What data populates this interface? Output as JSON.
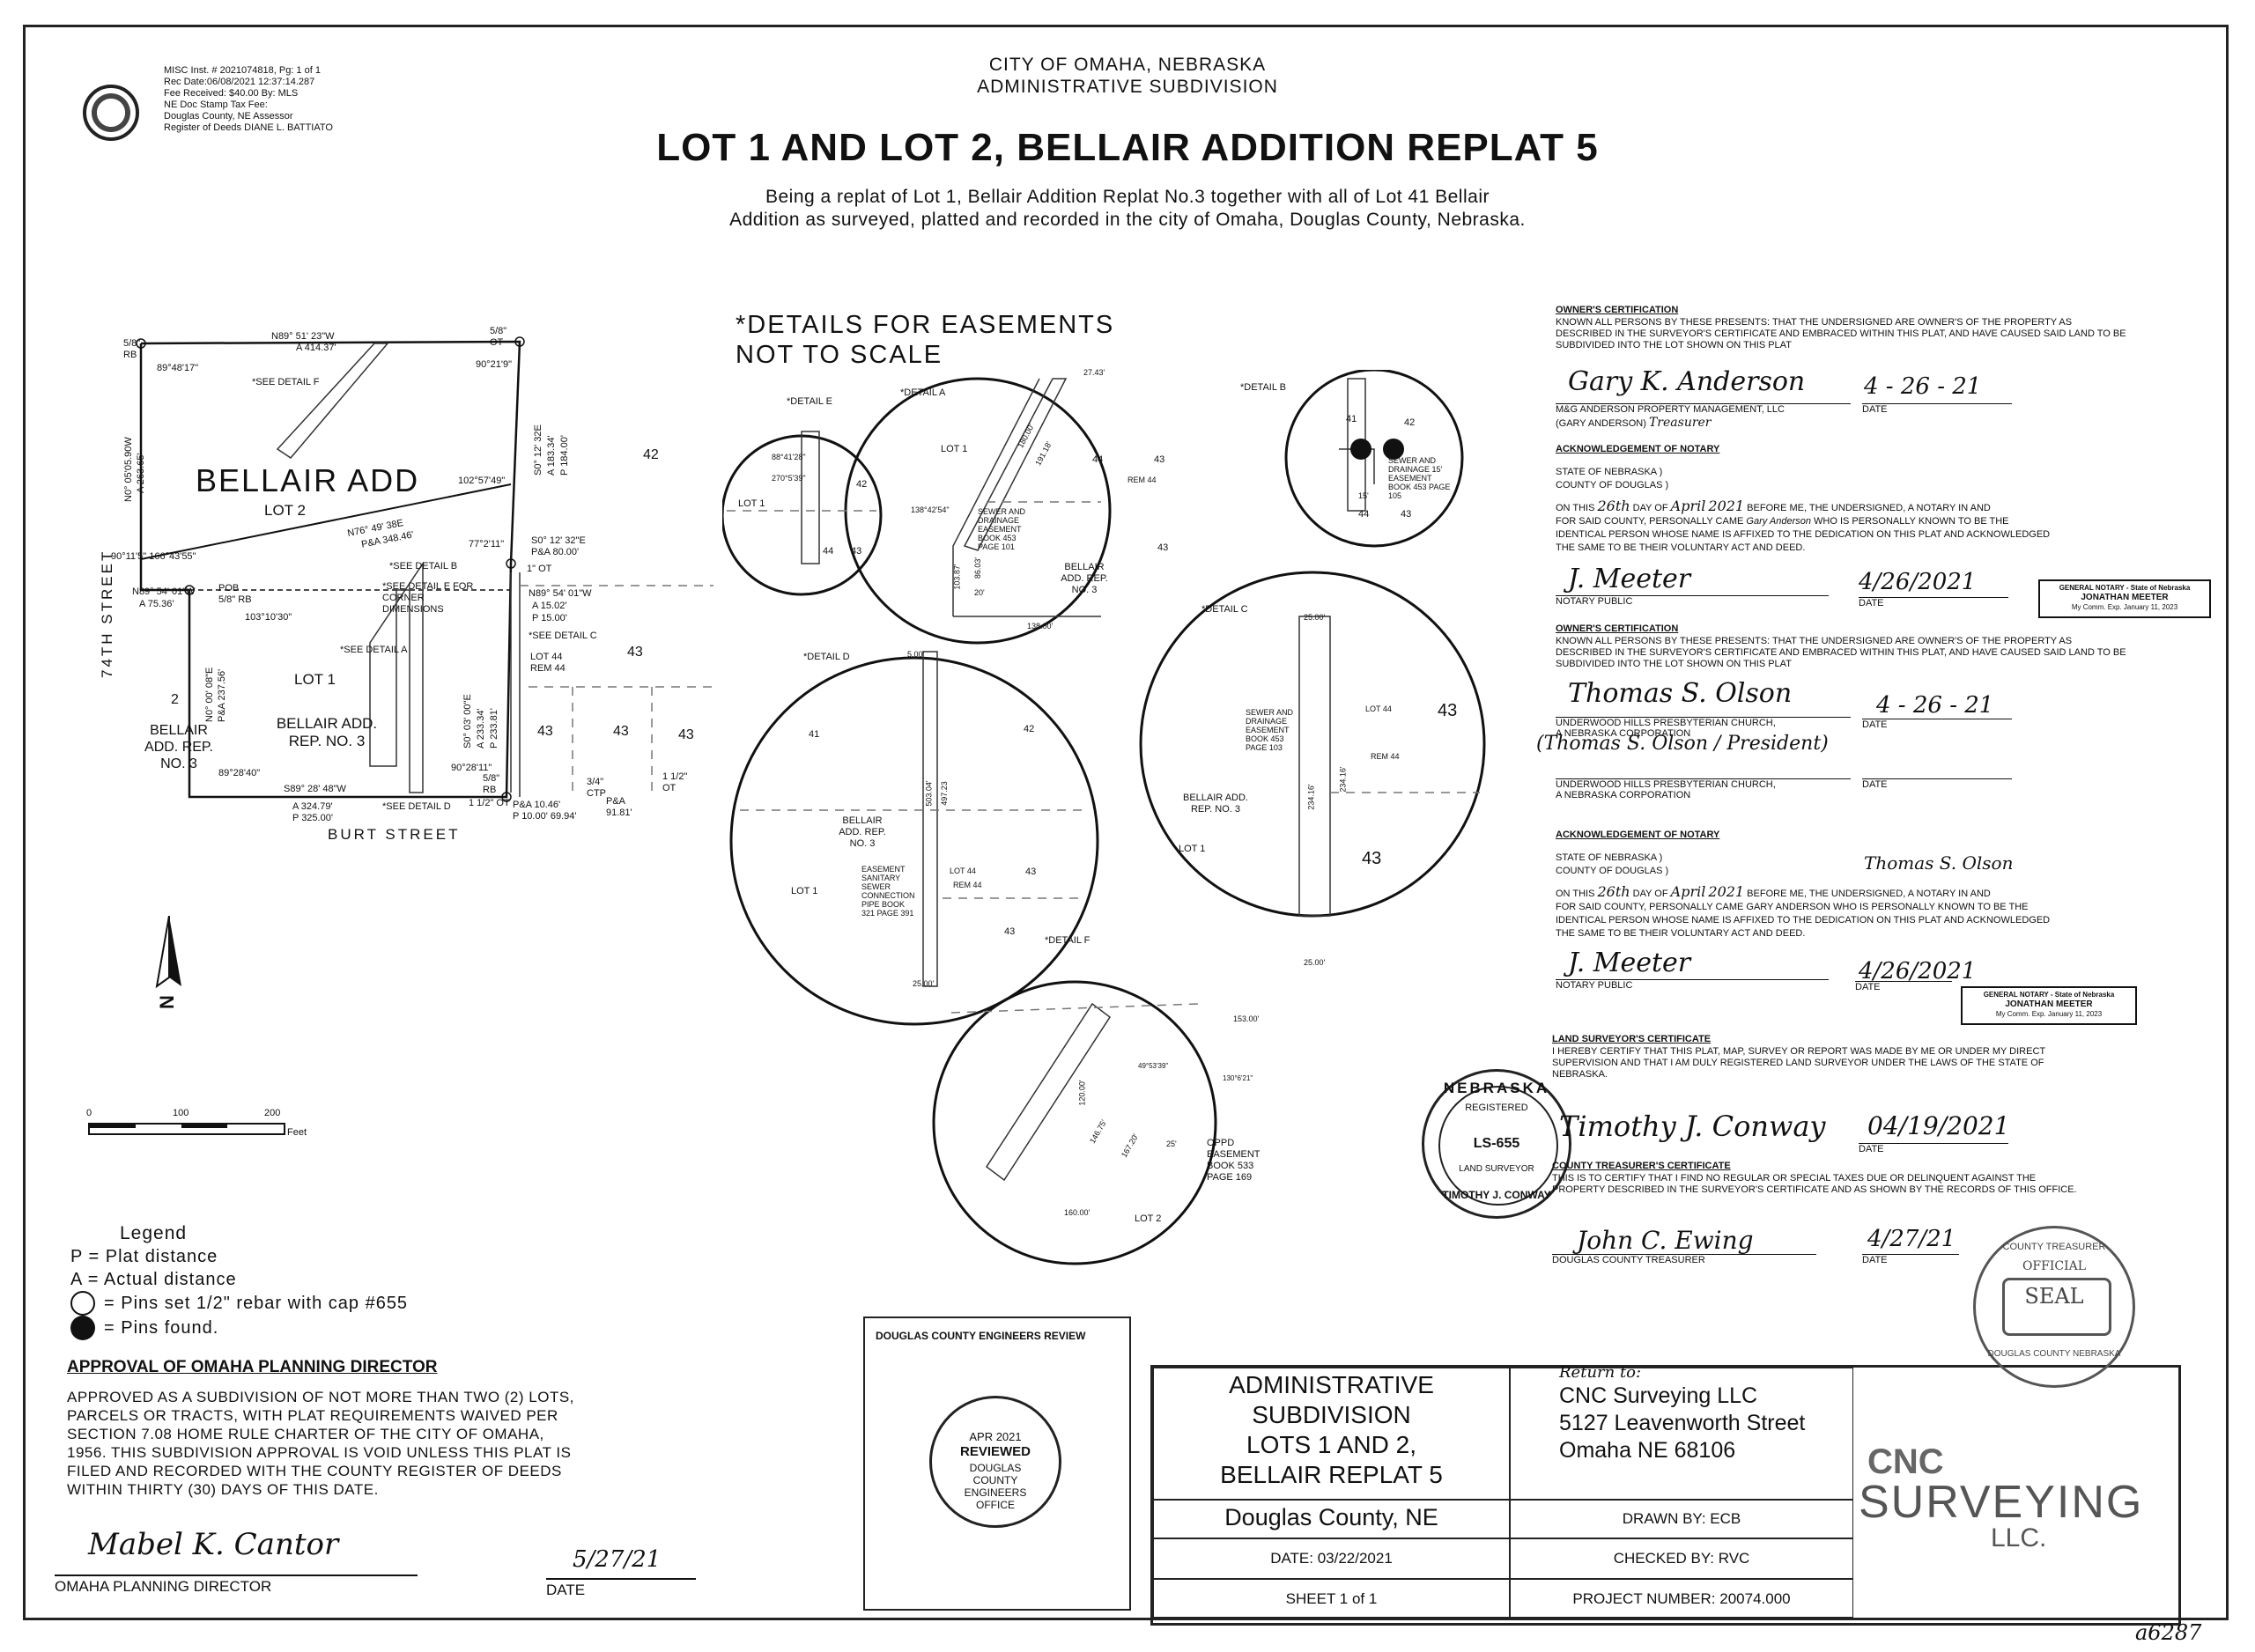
{
  "recording": {
    "lines": [
      "MISC Inst. # 2021074818, Pg: 1 of 1",
      "Rec Date:06/08/2021 12:37:14.287",
      "Fee Received: $40.00 By: MLS",
      "NE Doc Stamp Tax Fee:",
      "Douglas County, NE Assessor",
      "Register of Deeds DIANE L. BATTIATO"
    ]
  },
  "header": {
    "city": "CITY OF OMAHA, NEBRASKA",
    "type": "ADMINISTRATIVE SUBDIVISION",
    "title": "LOT 1 AND LOT 2, BELLAIR ADDITION REPLAT 5",
    "subtitle1": "Being a replat of Lot 1, Bellair Addition Replat No.3 together with all of Lot 41 Bellair",
    "subtitle2": "Addition as surveyed, platted and recorded in the city of Omaha, Douglas County, Nebraska."
  },
  "plat": {
    "north_bearing": "N89° 51' 23\"W",
    "north_dist": "A 414.37'",
    "nw_angle": "89°48'17\"",
    "ne_angle": "90°21'9\"",
    "pin_nw": "5/8\" RB",
    "pin_ne": "5/8\" OT",
    "west_bearing": "N0° 05'05.90W",
    "west_dist": "A 263.65'",
    "east_bearing": "S0° 12' 32E",
    "east_dist": "A 183.34'",
    "east_plat": "P 184.00'",
    "lot2_name": "BELLAIR ADD",
    "lot2": "LOT 2",
    "see_f": "*SEE DETAIL F",
    "angle_102": "102°57'49\"",
    "diag_bearing": "N76° 49' 38E",
    "diag_dist": "P&A 348.46'",
    "angle_77": "77°2'11\"",
    "s0_bearing": "S0° 12' 32\"E",
    "s0_dist": "P&A 80.00'",
    "angle_90": "90°11'5\" 166°43'55\"",
    "see_b": "*SEE DETAIL B",
    "see_e": "*SEE DETAIL E FOR CORNER DIMENSIONS",
    "n89_bearing": "N89° 54' 01\"W",
    "n89_dist": "A 75.36'",
    "pob": "POB 5/8\" RB",
    "angle_103": "103°10'30\"",
    "n89b": "N89° 54' 01\"W",
    "a15": "A 15.02'",
    "p15": "P 15.00'",
    "see_c": "*SEE DETAIL C",
    "lot44": "LOT 44 REM 44",
    "see_a": "*SEE DETAIL A",
    "lot1": "LOT 1",
    "bellair_rep": "BELLAIR ADD. REP. NO. 3",
    "n0_bearing": "N0° 00' 08\"E",
    "n0_dist": "P&A 237.56'",
    "s0b": "S0° 03' 00\"E",
    "a233": "A 233.34'",
    "p233": "P 233.81'",
    "angle_89": "89°28'40\"",
    "angle_90b": "90°28'11\"",
    "s89": "S89° 28' 48\"W",
    "a324": "A 324.79'",
    "p325": "P 325.00'",
    "see_d": "*SEE DETAIL D",
    "pin_58rb": "5/8\" RB",
    "pin_112": "1 1/2\" OT",
    "pa10": "P&A 10.46'",
    "p10": "P 10.00' 69.94'",
    "pin_34": "3/4\" CTP",
    "pa91": "P&A 91.81'",
    "pin_112b": "1 1/2\" OT",
    "street_74": "74TH STREET",
    "burt": "BURT STREET",
    "lot_2_west": "2",
    "bellair_west": "BELLAIR ADD. REP. NO. 3",
    "n42": "42",
    "n43a": "43",
    "n43b": "43",
    "n43c": "43",
    "n43d": "43",
    "one_ot": "1\" OT"
  },
  "details": {
    "header": "*DETAILS FOR EASEMENTS",
    "header2": "NOT TO SCALE",
    "e": {
      "title": "*DETAIL E",
      "a1": "88°41'28\"",
      "a2": "270°5'39\"",
      "lot1": "LOT 1",
      "n42": "42",
      "n44": "44",
      "n43": "43"
    },
    "a": {
      "title": "*DETAIL A",
      "d1": "27.43'",
      "d2": "180.00'",
      "d3": "191.18'",
      "ang": "138°42'54\"",
      "lot1": "LOT 1",
      "n44": "44",
      "n43a": "43",
      "rem": "REM 44",
      "n43b": "43",
      "esm": "SEWER AND DRAINAGE EASEMENT BOOK 453 PAGE 101",
      "v1": "103.87'",
      "v2": "86.03'",
      "d20": "20'",
      "d138": "138.00'",
      "rep": "BELLAIR ADD. REP. NO. 3"
    },
    "b": {
      "title": "*DETAIL B",
      "n41": "41",
      "n42": "42",
      "esm": "SEWER AND DRAINAGE 15' EASEMENT BOOK 453 PAGE 105",
      "d15": "15'",
      "n44": "44",
      "n43": "43"
    },
    "c": {
      "title": "*DETAIL C",
      "d25a": "25.00'",
      "d25b": "25.00'",
      "esm": "SEWER AND DRAINAGE EASEMENT BOOK 453 PAGE 103",
      "lot44": "LOT 44",
      "rem": "REM 44",
      "v1": "234.16'",
      "v2": "234.16'",
      "n43a": "43",
      "n43b": "43",
      "rep": "BELLAIR ADD. REP. NO. 3",
      "lot1": "LOT 1"
    },
    "d": {
      "title": "*DETAIL D",
      "d5": "5.00'",
      "n41": "41",
      "n42": "42",
      "v1": "503.04'",
      "v2": "497.23",
      "rep": "BELLAIR ADD. REP. NO. 3",
      "esm": "EASEMENT SANITARY SEWER CONNECTION PIPE BOOK 321 PAGE 391",
      "lot1": "LOT 1",
      "lot44": "LOT 44",
      "rem": "REM 44",
      "n43a": "43",
      "n43b": "43",
      "d25": "25.00'"
    },
    "f": {
      "title": "*DETAIL F",
      "d153": "153.00'",
      "ang1": "49°53'39\"",
      "ang2": "130°6'21\"",
      "v120": "120.00'",
      "d146": "146.75'",
      "d167": "167.20'",
      "d25": "25'",
      "esm": "OPPD EASEMENT BOOK 533 PAGE 169",
      "d160": "160.00'",
      "lot2": "LOT 2"
    }
  },
  "north": {
    "letter": "N"
  },
  "scale": {
    "labels": [
      "0",
      "100",
      "200"
    ],
    "unit": "Feet"
  },
  "legend": {
    "title": "Legend",
    "p": "P  =  Plat distance",
    "a": "A  =  Actual distance",
    "pins_set": "=  Pins set 1/2\" rebar with cap #655",
    "pins_found": "=  Pins found."
  },
  "approval": {
    "title": "APPROVAL OF OMAHA PLANNING DIRECTOR",
    "text": "APPROVED AS A SUBDIVISION OF NOT MORE THAN TWO (2) LOTS, PARCELS OR TRACTS, WITH PLAT REQUIREMENTS WAIVED PER SECTION 7.08 HOME RULE CHARTER OF THE CITY OF OMAHA, 1956. THIS SUBDIVISION APPROVAL IS VOID UNLESS THIS PLAT IS FILED AND RECORDED WITH THE COUNTY REGISTER OF DEEDS WITHIN THIRTY (30) DAYS OF THIS DATE.",
    "signer": "OMAHA PLANNING DIRECTOR",
    "date_label": "DATE",
    "date": "5/27/21",
    "signature": "Mabel K. Cantor"
  },
  "engineers": {
    "title": "DOUGLAS COUNTY ENGINEERS REVIEW",
    "stamp_month": "APR 2021",
    "stamp_text": "REVIEWED",
    "stamp_sub": "DOUGLAS COUNTY ENGINEERS OFFICE"
  },
  "titleblock": {
    "name_lines": [
      "ADMINISTRATIVE",
      "SUBDIVISION",
      "LOTS 1 AND 2,",
      "BELLAIR REPLAT 5"
    ],
    "county": "Douglas County, NE",
    "date": "DATE:  03/22/2021",
    "sheet": "SHEET  1  of  1",
    "return_to": "Return to:",
    "company": "CNC Surveying LLC",
    "address1": "5127 Leavenworth Street",
    "address2": "Omaha NE 68106",
    "drawn": "DRAWN BY:  ECB",
    "checked": "CHECKED BY:  RVC",
    "project": "PROJECT NUMBER:  20074.000",
    "logo_top": "CNC",
    "logo_mid": "SURVEYING",
    "logo_bot": "LLC."
  },
  "owner1": {
    "title": "OWNER'S CERTIFICATION",
    "text": "KNOWN ALL PERSONS BY THESE PRESENTS: THAT THE UNDERSIGNED ARE OWNER'S OF THE PROPERTY AS DESCRIBED IN THE SURVEYOR'S CERTIFICATE AND EMBRACED WITHIN THIS PLAT, AND HAVE CAUSED SAID LAND TO BE SUBDIVIDED INTO THE LOT SHOWN ON THIS PLAT",
    "signature": "Gary K. Anderson",
    "entity": "M&G ANDERSON PROPERTY MANAGEMENT, LLC",
    "person": "(GARY ANDERSON)",
    "role": "Treasurer",
    "date": "4 - 26 - 21",
    "date_label": "DATE"
  },
  "notary1": {
    "title": "ACKNOWLEDGEMENT OF NOTARY",
    "state": "STATE OF NEBRASKA )",
    "county": "COUNTY OF DOUGLAS )",
    "line1a": "ON THIS",
    "day": "26th",
    "line1b": "DAY OF",
    "month": "April",
    "year": "2021",
    "line1c": "BEFORE ME, THE UNDERSIGNED, A NOTARY IN AND",
    "line2": "FOR SAID COUNTY, PERSONALLY CAME",
    "name": "Gary Anderson",
    "line2b": "WHO IS PERSONALLY KNOWN TO BE THE",
    "line3": "IDENTICAL PERSON WHOSE NAME IS AFFIXED TO THE DEDICATION ON THIS PLAT AND ACKNOWLEDGED",
    "line4": "THE SAME TO BE THEIR VOLUNTARY ACT AND DEED.",
    "public": "NOTARY PUBLIC",
    "date": "4/26/2021",
    "date_label": "DATE",
    "seal1": "GENERAL NOTARY - State of Nebraska",
    "seal2": "JONATHAN MEETER",
    "seal3": "My Comm. Exp. January 11, 2023",
    "signature": "J. Meeter"
  },
  "owner2": {
    "title": "OWNER'S CERTIFICATION",
    "text": "KNOWN ALL PERSONS BY THESE PRESENTS: THAT THE UNDERSIGNED ARE OWNER'S OF THE PROPERTY AS DESCRIBED IN THE SURVEYOR'S CERTIFICATE AND EMBRACED WITHIN THIS PLAT, AND HAVE CAUSED SAID LAND TO BE SUBDIVIDED INTO THE LOT SHOWN ON THIS PLAT",
    "signature": "Thomas S. Olson",
    "entity": "UNDERWOOD HILLS PRESBYTERIAN CHURCH,",
    "entity2": "A NEBRASKA CORPORATION",
    "person": "(Thomas S. Olson / President)",
    "date": "4 - 26 - 21",
    "date_label": "DATE",
    "entity_b": "UNDERWOOD HILLS PRESBYTERIAN CHURCH,",
    "entity_b2": "A NEBRASKA CORPORATION",
    "date_label_b": "DATE"
  },
  "notary2": {
    "title": "ACKNOWLEDGEMENT OF NOTARY",
    "state": "STATE OF NEBRASKA )",
    "county": "COUNTY OF DOUGLAS )",
    "handname": "Thomas S. Olson",
    "line1a": "ON THIS",
    "day": "26th",
    "line1b": "DAY OF",
    "month": "April",
    "year": "2021",
    "line1c": "BEFORE ME, THE UNDERSIGNED, A NOTARY IN AND",
    "line2": "FOR SAID COUNTY, PERSONALLY CAME GARY ANDERSON WHO IS PERSONALLY KNOWN TO BE THE",
    "line3": "IDENTICAL PERSON WHOSE NAME IS AFFIXED TO THE DEDICATION ON THIS PLAT AND ACKNOWLEDGED",
    "line4": "THE SAME TO BE THEIR VOLUNTARY ACT AND DEED.",
    "public": "NOTARY PUBLIC",
    "date": "4/26/2021",
    "date_label": "DATE",
    "seal1": "GENERAL NOTARY - State of Nebraska",
    "seal2": "JONATHAN MEETER",
    "seal3": "My Comm. Exp. January 11, 2023",
    "signature": "J. Meeter"
  },
  "surveyor": {
    "title": "LAND SURVEYOR'S CERTIFICATE",
    "text": "I HEREBY CERTIFY THAT THIS PLAT, MAP, SURVEY OR REPORT WAS MADE BY ME OR UNDER MY DIRECT SUPERVISION AND THAT I AM DULY REGISTERED LAND SURVEYOR UNDER THE LAWS OF THE STATE OF NEBRASKA.",
    "seal_top": "NEBRASKA",
    "seal_reg": "REGISTERED",
    "seal_num": "LS-655",
    "seal_bottom": "TIMOTHY J. CONWAY",
    "seal_sub": "LAND SURVEYOR",
    "signature": "Timothy J. Conway",
    "date": "04/19/2021",
    "date_label": "DATE"
  },
  "treasurer": {
    "title": "COUNTY TREASURER'S CERTIFICATE",
    "text": "THIS IS TO CERTIFY THAT I FIND NO REGULAR OR SPECIAL TAXES DUE OR DELINQUENT AGAINST THE PROPERTY DESCRIBED IN THE SURVEYOR'S CERTIFICATE AND AS SHOWN BY THE RECORDS OF THIS OFFICE.",
    "signer": "DOUGLAS COUNTY TREASURER",
    "signature": "John C. Ewing",
    "date": "4/27/21",
    "date_label": "DATE",
    "seal_top": "COUNTY TREASURER",
    "seal_mid": "OFFICIAL",
    "seal_main": "SEAL",
    "seal_bottom": "DOUGLAS COUNTY NEBRASKA"
  },
  "corner_note": "a6287"
}
